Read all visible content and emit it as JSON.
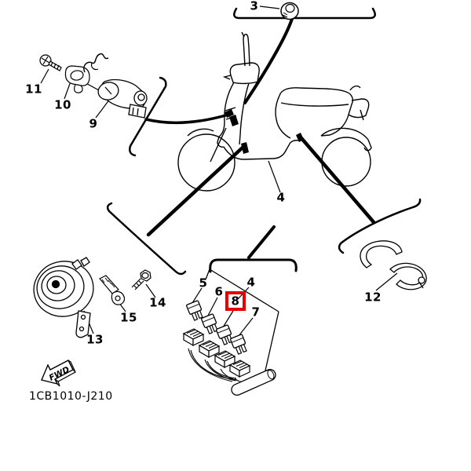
{
  "diagram": {
    "part_code": "1CB1010-J210",
    "fwd_label": "FWD",
    "highlighted_part": "8",
    "colors": {
      "highlight": "#e60000",
      "line": "#000000",
      "background": "#ffffff"
    },
    "labels": [
      {
        "part": "3",
        "text": "3"
      },
      {
        "part": "4",
        "text": "4"
      },
      {
        "part": "4",
        "text": "4"
      },
      {
        "part": "5",
        "text": "5"
      },
      {
        "part": "6",
        "text": "6"
      },
      {
        "part": "7",
        "text": "7"
      },
      {
        "part": "8",
        "text": "8"
      },
      {
        "part": "9",
        "text": "9"
      },
      {
        "part": "10",
        "text": "10"
      },
      {
        "part": "11",
        "text": "11"
      },
      {
        "part": "12",
        "text": "12"
      },
      {
        "part": "13",
        "text": "13"
      },
      {
        "part": "14",
        "text": "14"
      },
      {
        "part": "15",
        "text": "15"
      }
    ]
  }
}
